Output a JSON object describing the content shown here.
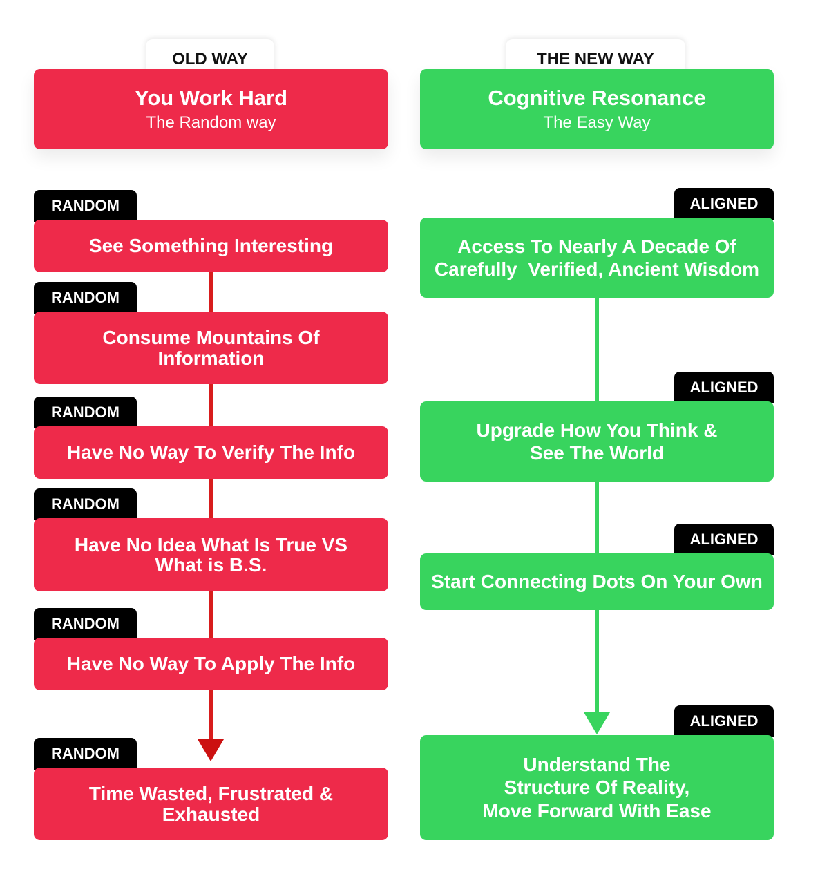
{
  "colors": {
    "red": "#ee2a4a",
    "green": "#38d45e",
    "tag": "#000000"
  },
  "old_way": {
    "tab": "OLD WAY",
    "title": "You Work Hard",
    "subtitle": "The Random way",
    "tag": "RANDOM",
    "steps": [
      {
        "lines": [
          "See Something Interesting"
        ]
      },
      {
        "lines": [
          "Consume Mountains Of",
          "Information"
        ]
      },
      {
        "lines": [
          "Have No Way To Verify The Info"
        ]
      },
      {
        "lines": [
          "Have No Idea What Is True VS",
          "What is B.S."
        ]
      },
      {
        "lines": [
          "Have No Way To Apply The Info"
        ]
      },
      {
        "lines": [
          "Time Wasted, Frustrated &",
          "Exhausted"
        ]
      }
    ]
  },
  "new_way": {
    "tab": "THE NEW WAY",
    "title": "Cognitive Resonance",
    "subtitle": "The Easy Way",
    "tag": "ALIGNED",
    "steps": [
      {
        "lines": [
          "Access To Nearly A Decade Of",
          "Carefully  Verified, Ancient Wisdom"
        ]
      },
      {
        "lines": [
          "Upgrade How You Think &",
          "See The World"
        ]
      },
      {
        "lines": [
          "Start Connecting Dots On Your Own"
        ]
      },
      {
        "lines": [
          "Understand The",
          "Structure Of Reality,",
          "Move Forward With Ease"
        ]
      }
    ]
  }
}
